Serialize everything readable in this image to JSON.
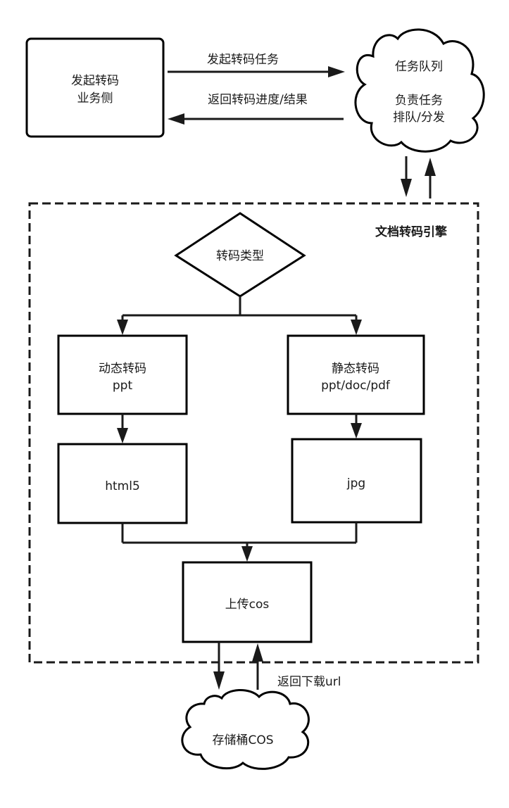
{
  "nodes": {
    "initiator": {
      "line1": "发起转码",
      "line2": "业务侧"
    },
    "task_queue": {
      "line1": "任务队列",
      "line2": "负责任务",
      "line3": "排队/分发"
    },
    "engine": {
      "label": "文档转码引擎"
    },
    "transcode_type": {
      "label": "转码类型"
    },
    "dynamic": {
      "line1": "动态转码",
      "line2": "ppt"
    },
    "static": {
      "line1": "静态转码",
      "line2": "ppt/doc/pdf"
    },
    "html5": {
      "label": "html5"
    },
    "jpg": {
      "label": "jpg"
    },
    "upload": {
      "label": "上传cos"
    },
    "storage": {
      "label": "存储桶COS"
    }
  },
  "edges": {
    "start_task": "发起转码任务",
    "return_progress": "返回转码进度/结果",
    "return_url": "返回下载url"
  }
}
